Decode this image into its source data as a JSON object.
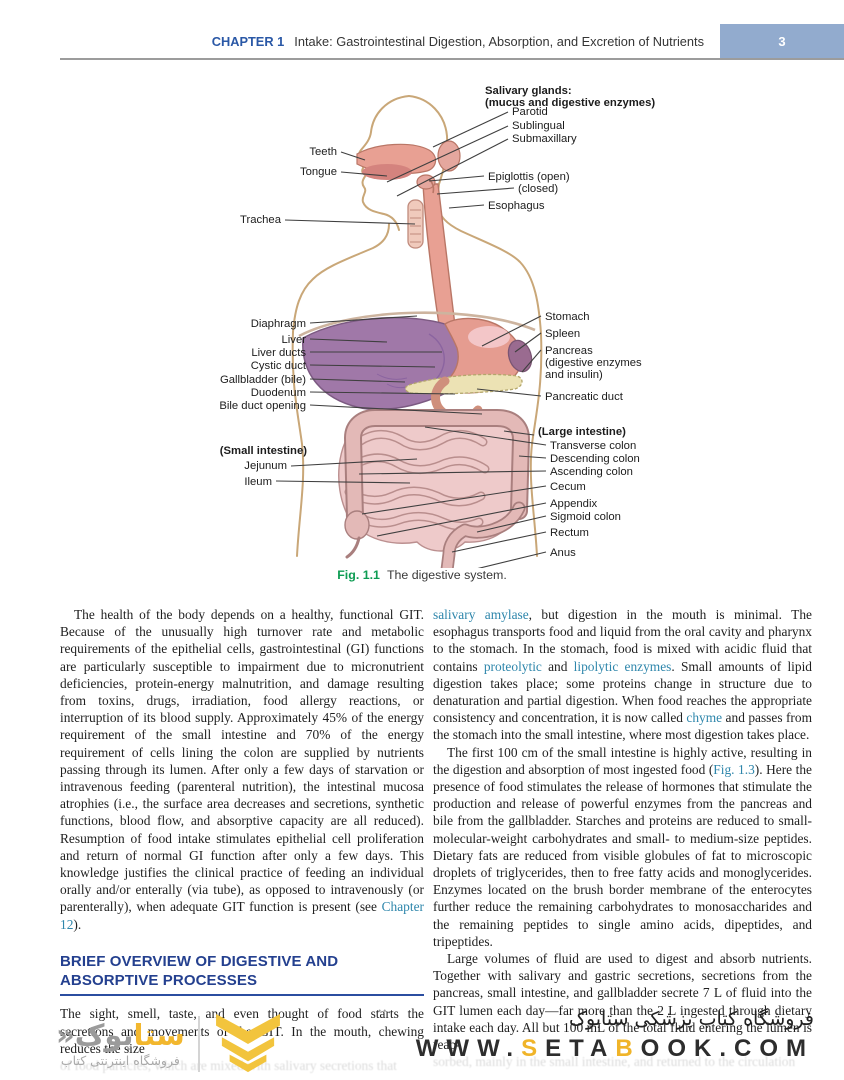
{
  "header": {
    "chapter_label": "CHAPTER 1",
    "chapter_title": "Intake: Gastrointestinal Digestion, Absorption, and Excretion of Nutrients",
    "page_number": "3",
    "accent_color": "#2a58a6",
    "page_box_color": "#92abce"
  },
  "figure": {
    "caption_label": "Fig. 1.1",
    "caption_text": "The digestive system.",
    "caption_label_color": "#0e9c53",
    "labels": {
      "salivary_title1": "Salivary glands:",
      "salivary_title2": "(mucus and digestive enzymes)",
      "parotid": "Parotid",
      "sublingual": "Sublingual",
      "submaxillary": "Submaxillary",
      "teeth": "Teeth",
      "tongue": "Tongue",
      "epiglottis_open": "Epiglottis (open)",
      "epiglottis_closed": "(closed)",
      "esophagus": "Esophagus",
      "trachea": "Trachea",
      "diaphragm": "Diaphragm",
      "liver": "Liver",
      "liver_ducts": "Liver ducts",
      "cystic_duct": "Cystic duct",
      "gallbladder": "Gallbladder (bile)",
      "duodenum": "Duodenum",
      "bile_duct_opening": "Bile duct opening",
      "stomach": "Stomach",
      "spleen": "Spleen",
      "pancreas1": "Pancreas",
      "pancreas2": "(digestive enzymes",
      "pancreas3": "and insulin)",
      "pancreatic_duct": "Pancreatic duct",
      "large_intestine": "(Large intestine)",
      "transverse_colon": "Transverse colon",
      "descending_colon": "Descending colon",
      "ascending_colon": "Ascending colon",
      "cecum": "Cecum",
      "appendix": "Appendix",
      "sigmoid_colon": "Sigmoid colon",
      "rectum": "Rectum",
      "anus": "Anus",
      "small_intestine": "(Small intestine)",
      "jejunum": "Jejunum",
      "ileum": "Ileum"
    }
  },
  "columns": {
    "left": {
      "p1": [
        {
          "t": "The health of the body depends on a healthy, functional GIT. Because of the unusually high turnover rate and metabolic requirements of the epithelial cells, gastrointestinal (GI) functions are particularly susceptible to impairment due to micronutrient deficiencies, protein-energy malnutrition, and damage resulting from toxins, drugs, irradiation, food allergy reactions, or interruption of its blood supply. Approximately 45% of the energy requirement of the small intestine and 70% of the energy requirement of cells lining the colon are supplied by nutrients passing through its lumen. After only a few days of starvation or intravenous feeding (parenteral nutrition), the intestinal mucosa atrophies (i.e., the surface area decreases and secretions, synthetic functions, blood flow, and absorptive capacity are all reduced). Resumption of food intake stimulates epithelial cell proliferation and return of normal GI function after only a few days. This knowledge justifies the clinical practice of feeding an individual orally and/or enterally (via tube), as opposed to intravenously (or parenterally), when adequate GIT function is present (see "
        },
        {
          "t": "Chapter 12",
          "cls": "link"
        },
        {
          "t": ")."
        }
      ],
      "section_heading": "BRIEF OVERVIEW OF DIGESTIVE AND ABSORPTIVE PROCESSES",
      "p2": [
        {
          "t": "The sight, smell, taste, and even thought of food starts the secretions and movements of the GIT. In the mouth, chewing reduces the size"
        }
      ],
      "p2_faded": "of food particles, which are mixed with salivary secretions that"
    },
    "right": {
      "p1": [
        {
          "t": "salivary amylase",
          "cls": "link"
        },
        {
          "t": ", but digestion in the mouth is minimal. The esophagus transports food and liquid from the oral cavity and pharynx to the stomach. In the stomach, food is mixed with acidic fluid that contains "
        },
        {
          "t": "proteolytic",
          "cls": "link"
        },
        {
          "t": " and "
        },
        {
          "t": "lipolytic enzymes",
          "cls": "link"
        },
        {
          "t": ". Small amounts of lipid digestion takes place; some proteins change in structure due to denaturation and partial digestion. When food reaches the appropriate consistency and concentration, it is now called "
        },
        {
          "t": "chyme",
          "cls": "link"
        },
        {
          "t": " and passes from the stomach into the small intestine, where most digestion takes place."
        }
      ],
      "p2": [
        {
          "t": "The first 100 cm of the small intestine is highly active, resulting in the digestion and absorption of most ingested food ("
        },
        {
          "t": "Fig. 1.3",
          "cls": "link"
        },
        {
          "t": "). Here the presence of food stimulates the release of hormones that stimulate the production and release of powerful enzymes from the pancreas and bile from the gallbladder. Starches and proteins are reduced to small-molecular-weight carbohydrates and small- to medium-size peptides. Dietary fats are reduced from visible globules of fat to microscopic droplets of triglycerides, then to free fatty acids and monoglycerides. Enzymes located on the brush border membrane of the enterocytes further reduce the remaining carbohydrates to monosaccharides and the remaining peptides to single amino acids, dipeptides, and tripeptides."
        }
      ],
      "p3": [
        {
          "t": "Large volumes of fluid are used to digest and absorb nutrients. Together with salivary and gastric secretions, secretions from the pancreas, small intestine, and gallbladder secrete 7 L of fluid into the GIT lumen each day—far more than the 2 L ingested through dietary intake each day. All but 100 mL of the total fluid entering the lumen is reab-"
        }
      ],
      "p3_faded": "sorbed, mainly in the small intestine, and returned to the circulation"
    }
  },
  "footer": {
    "dots": "••",
    "logo": {
      "word_start": "ستا",
      "word_end": "بوک",
      "guillemet": "«",
      "subtitle": "فروشگاه اینترنتی کتاب"
    },
    "tagline_fa": "فروشگاه کتاب پزشکی ستابوک",
    "url_segments": [
      {
        "t": "WWW."
      },
      {
        "t": "S",
        "cls": "hl"
      },
      {
        "t": "ETA"
      },
      {
        "t": "B",
        "cls": "hl"
      },
      {
        "t": "OOK.COM"
      }
    ],
    "yellow": "#f0b429",
    "gray": "#a5a5a5",
    "dark": "#2d2d2d"
  }
}
